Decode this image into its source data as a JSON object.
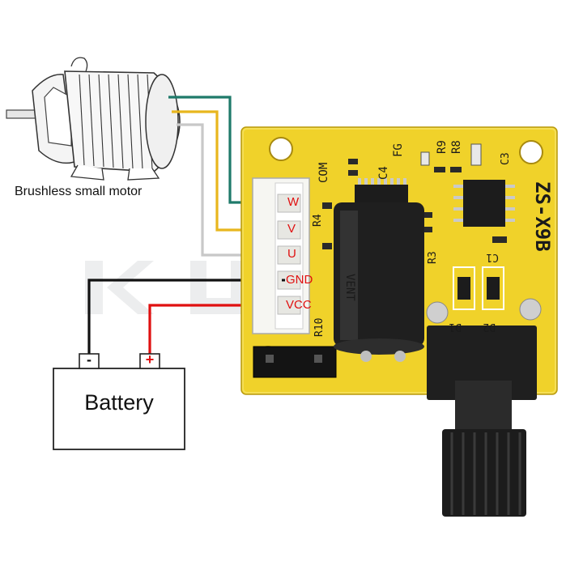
{
  "motor": {
    "label": "Brushless small motor"
  },
  "battery": {
    "label": "Battery",
    "negative": "-",
    "positive": "+"
  },
  "pins": [
    {
      "name": "W",
      "wire_color": "#1f7a6a"
    },
    {
      "name": "V",
      "wire_color": "#e8b61e"
    },
    {
      "name": "U",
      "wire_color": "#c8c8c8"
    },
    {
      "name": "GND",
      "wire_color": "#111111"
    },
    {
      "name": "VCC",
      "wire_color": "#e01010"
    }
  ],
  "board": {
    "model": "ZS-X9B",
    "silkscreen": [
      "COM",
      "FG",
      "C4",
      "R9",
      "R8",
      "R3",
      "R4",
      "R10",
      "D1",
      "D2",
      "C1",
      "C3",
      "VENT"
    ],
    "color": "#f0d22a"
  },
  "colors": {
    "pin_label": "#e01010",
    "terminal_negative": "#111111",
    "terminal_positive": "#e01010"
  }
}
